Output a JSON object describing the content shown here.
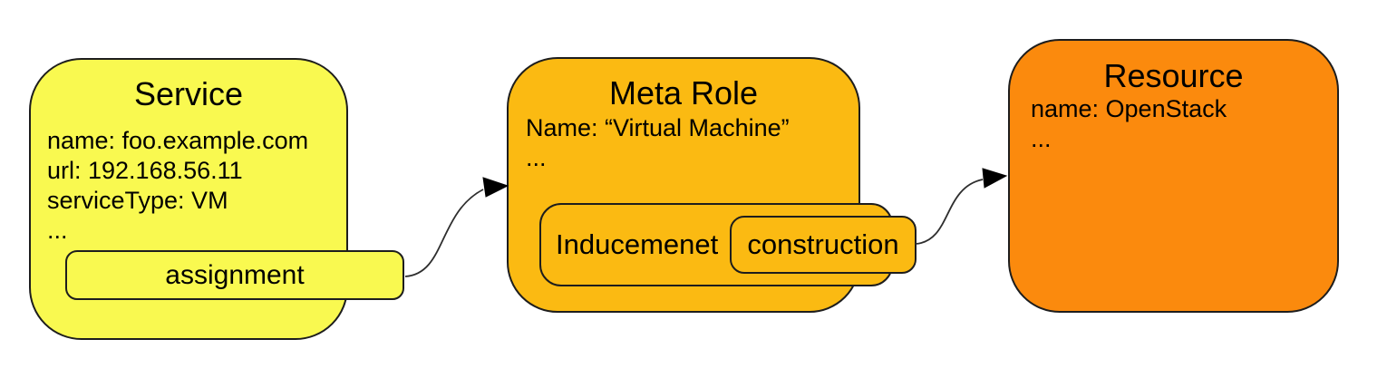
{
  "diagram": {
    "service": {
      "title": "Service",
      "attrs": [
        "name: foo.example.com",
        "url: 192.168.56.11",
        "serviceType: VM",
        "..."
      ],
      "fill": "#F9F950"
    },
    "assignment": {
      "label": "assignment",
      "fill": "#F9F950"
    },
    "meta_role": {
      "title": "Meta Role",
      "attrs": [
        "Name: “Virtual Machine”",
        "..."
      ],
      "fill": "#FBBA12"
    },
    "inducement": {
      "label": "Inducemenet",
      "fill": "#FBBA12"
    },
    "construction": {
      "label": "construction",
      "fill": "#FBBA12"
    },
    "resource": {
      "title": "Resource",
      "attrs": [
        "name: OpenStack",
        "..."
      ],
      "fill": "#FB8A0D"
    },
    "colors": {
      "border": "#1d1d1d",
      "connector": "#2e2e2e",
      "text": "#000000",
      "background": "#ffffff"
    }
  }
}
